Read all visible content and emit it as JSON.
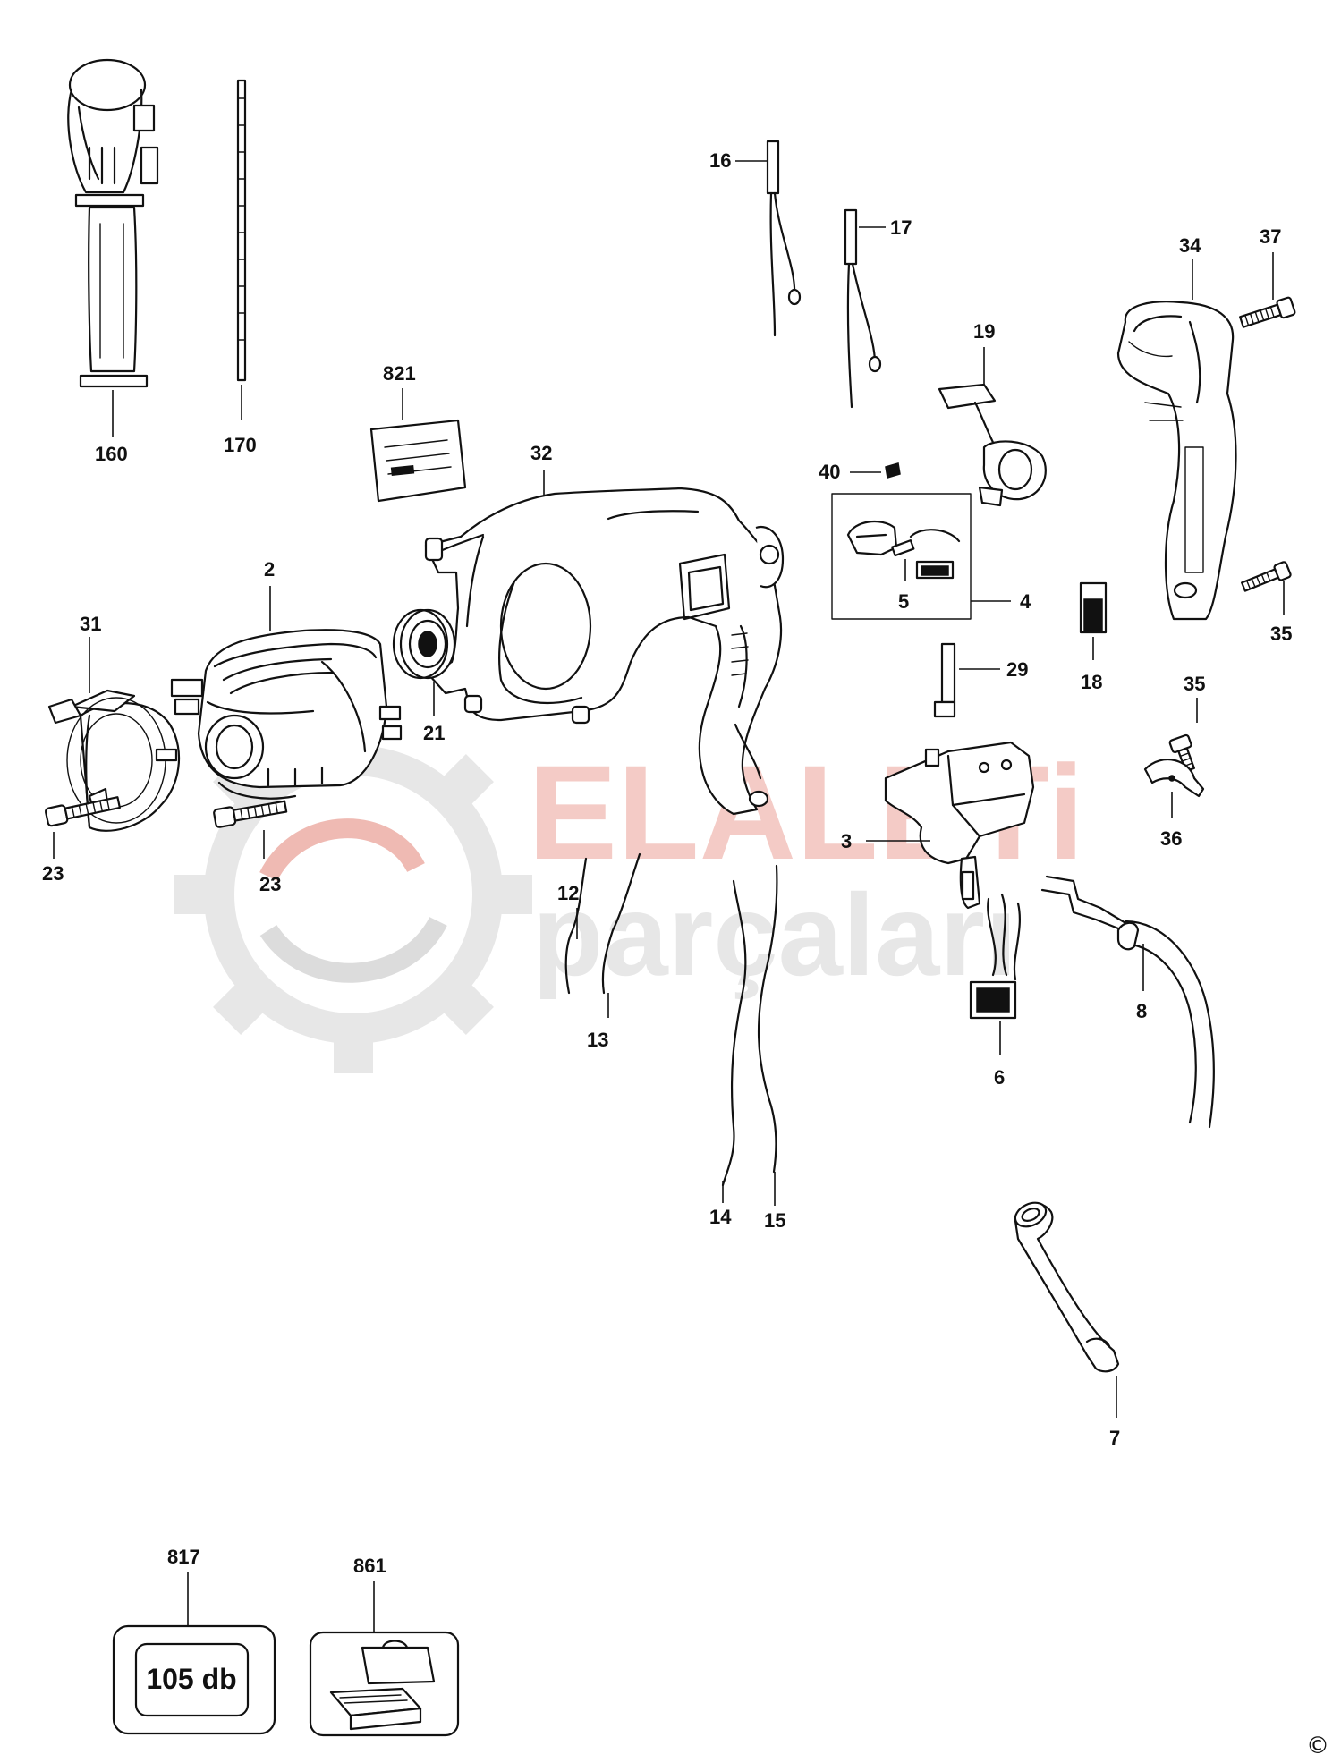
{
  "watermark": {
    "brand_top": "ELALETi",
    "brand_bottom": "parçaları",
    "color_top": "#e9a39b",
    "color_bottom": "#d8d8d8"
  },
  "labels": {
    "p160": "160",
    "p170": "170",
    "p821": "821",
    "p32": "32",
    "p16": "16",
    "p17": "17",
    "p19": "19",
    "p34": "34",
    "p37": "37",
    "p40": "40",
    "p4": "4",
    "p5": "5",
    "p2": "2",
    "p31": "31",
    "p21": "21",
    "p23a": "23",
    "p23b": "23",
    "p18": "18",
    "p35a": "35",
    "p35b": "35",
    "p29": "29",
    "p36": "36",
    "p3": "3",
    "p12": "12",
    "p13": "13",
    "p14": "14",
    "p15": "15",
    "p6": "6",
    "p8": "8",
    "p7": "7",
    "p817": "817",
    "p861": "861"
  },
  "box817_text": "105 db",
  "copyright": "©",
  "icons": {
    "side_handle": "side-handle-icon",
    "depth_rod": "depth-rod-icon",
    "label_plate": "label-plate-icon",
    "motor_housing": "motor-housing-icon",
    "field_stator": "field-stator-icon",
    "baffle": "baffle-icon",
    "bearing": "bearing-icon",
    "screw": "screw-icon",
    "switch": "switch-icon",
    "cable": "cable-icon",
    "cable_protector": "cable-protector-icon",
    "carry_case": "carry-case-icon"
  }
}
